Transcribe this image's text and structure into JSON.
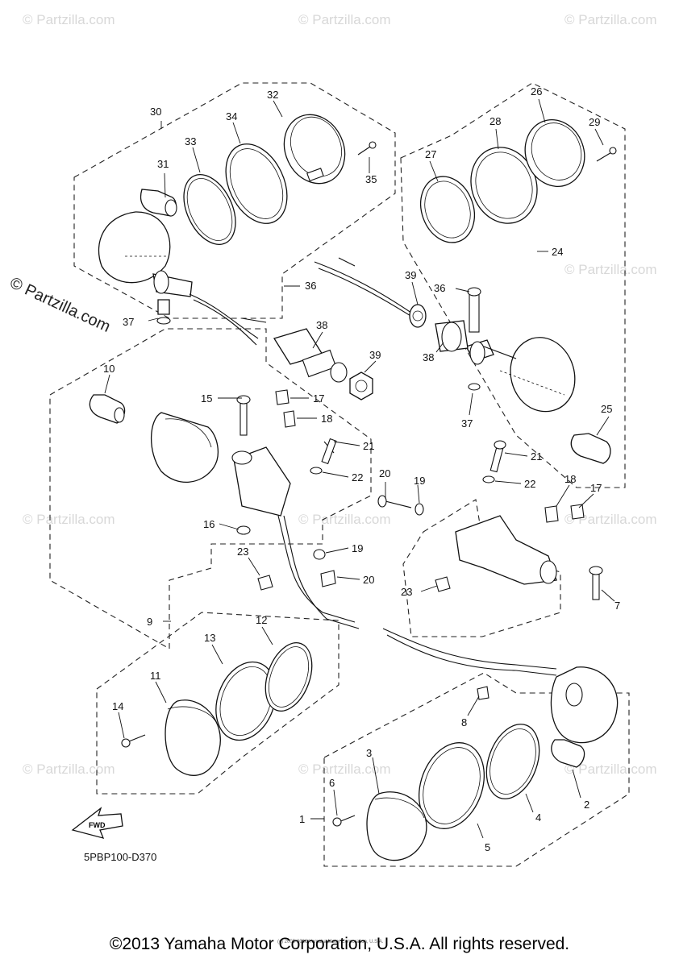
{
  "watermark_small": "© Partzilla.com",
  "watermark_large": "© Partzilla.com",
  "diagram_code": "5PBP100-D370",
  "fwd_label": "FWD",
  "copyright": "©2013 Yamaha Motor Corporation, U.S.A. All rights reserved.",
  "copyright_small": "(c) 2005-2016 Yamaha Motor Corporation, U.S.A.",
  "callouts": [
    "1",
    "2",
    "3",
    "4",
    "5",
    "6",
    "7",
    "8",
    "9",
    "10",
    "11",
    "12",
    "13",
    "14",
    "15",
    "16",
    "17",
    "18",
    "19",
    "20",
    "21",
    "22",
    "23",
    "24",
    "25",
    "26",
    "27",
    "28",
    "29",
    "30",
    "31",
    "32",
    "33",
    "34",
    "35",
    "36",
    "37",
    "38",
    "39"
  ]
}
